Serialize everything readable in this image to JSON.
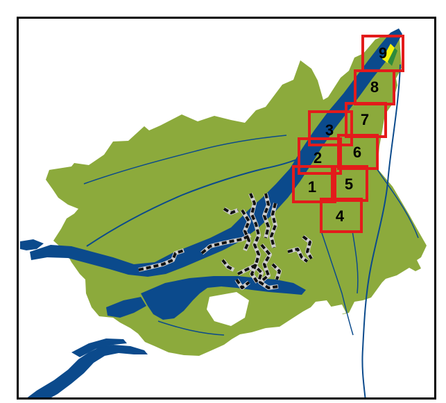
{
  "map": {
    "colors": {
      "land": "#8CAA3C",
      "water": "#0B4A8C",
      "zone_outline": "#E31B1B",
      "highlight": "#F2F20C",
      "route_dash": "#111111",
      "route_casing": "#CFCFCF",
      "frame": "#000000",
      "background": "#FFFFFF"
    },
    "zones": [
      {
        "label": "1"
      },
      {
        "label": "2"
      },
      {
        "label": "3"
      },
      {
        "label": "4"
      },
      {
        "label": "5"
      },
      {
        "label": "6"
      },
      {
        "label": "7"
      },
      {
        "label": "8"
      },
      {
        "label": "9"
      }
    ]
  }
}
